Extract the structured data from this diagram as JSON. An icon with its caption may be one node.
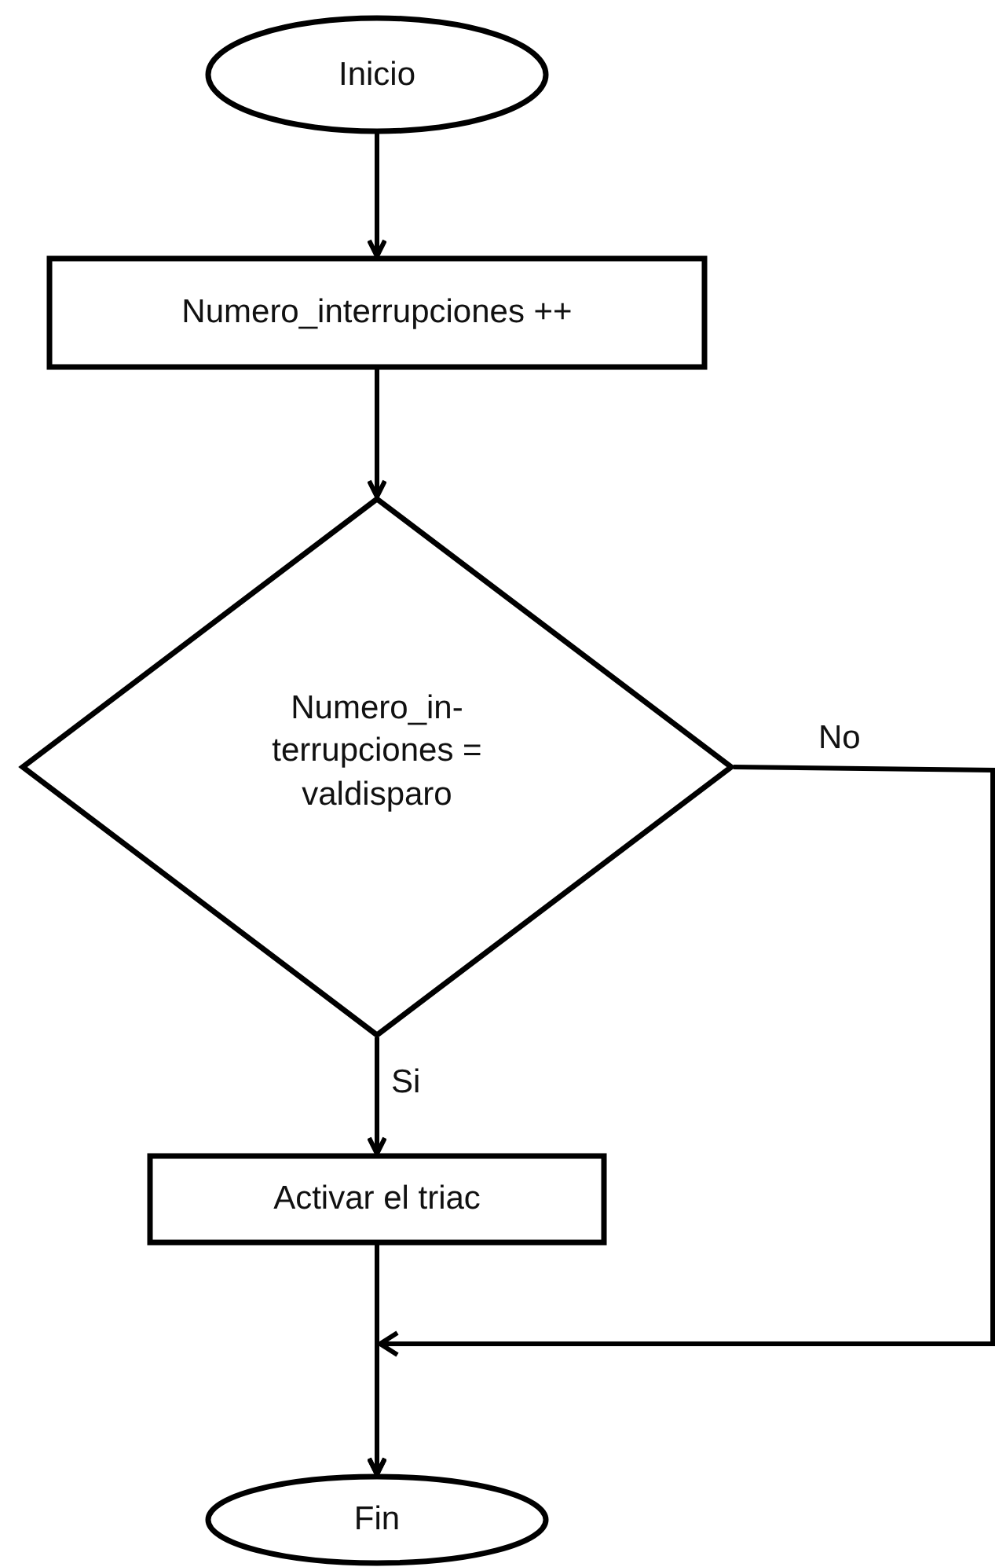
{
  "diagram": {
    "nodes": [
      {
        "text": [
          "Inicio"
        ]
      },
      {
        "text": [
          "Numero_interrupciones  ++"
        ]
      },
      {
        "text": [
          "Numero_in- terrupciones = valdisparo"
        ]
      },
      {
        "text": [
          "Activar el triac"
        ]
      },
      {
        "text": [
          "Fin"
        ]
      }
    ],
    "edges": [
      {
        "from": 0,
        "to": 1,
        "arrow": "to"
      },
      {
        "from": 1,
        "to": 2,
        "arrow": "to"
      },
      {
        "from": 2,
        "to": 3,
        "arrow": "to",
        "label": "Si"
      },
      {
        "from": 2,
        "to": 4,
        "arrow": "to",
        "label": "No"
      },
      {
        "from": 3,
        "to": 4,
        "arrow": "to"
      }
    ]
  }
}
